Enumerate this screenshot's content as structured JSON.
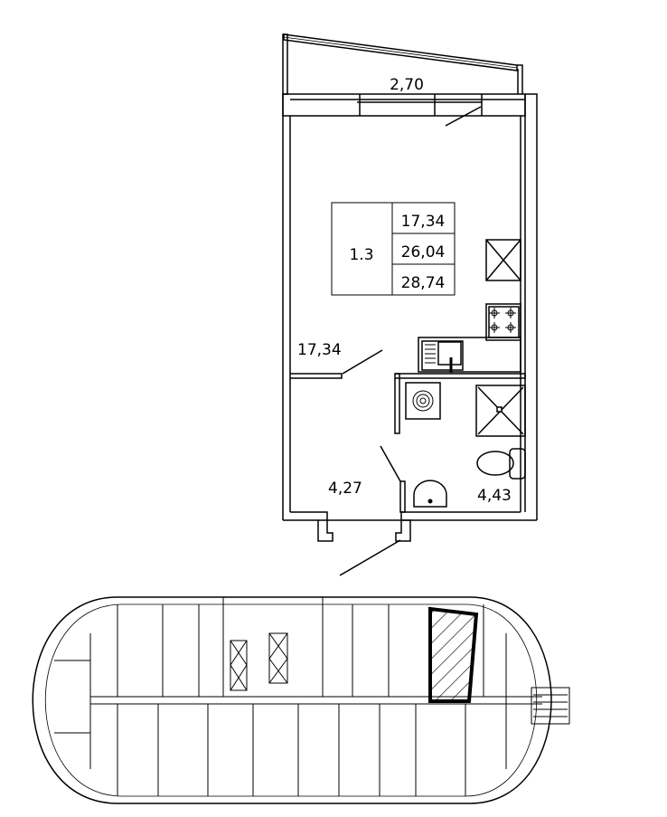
{
  "apartment": {
    "number": "1.3",
    "areas": [
      "17,34",
      "26,04",
      "28,74"
    ]
  },
  "rooms": {
    "balcony": "2,70",
    "living_room": "17,34",
    "hallway": "4,27",
    "bathroom": "4,43"
  },
  "colors": {
    "line": "#000000",
    "background": "#ffffff"
  }
}
